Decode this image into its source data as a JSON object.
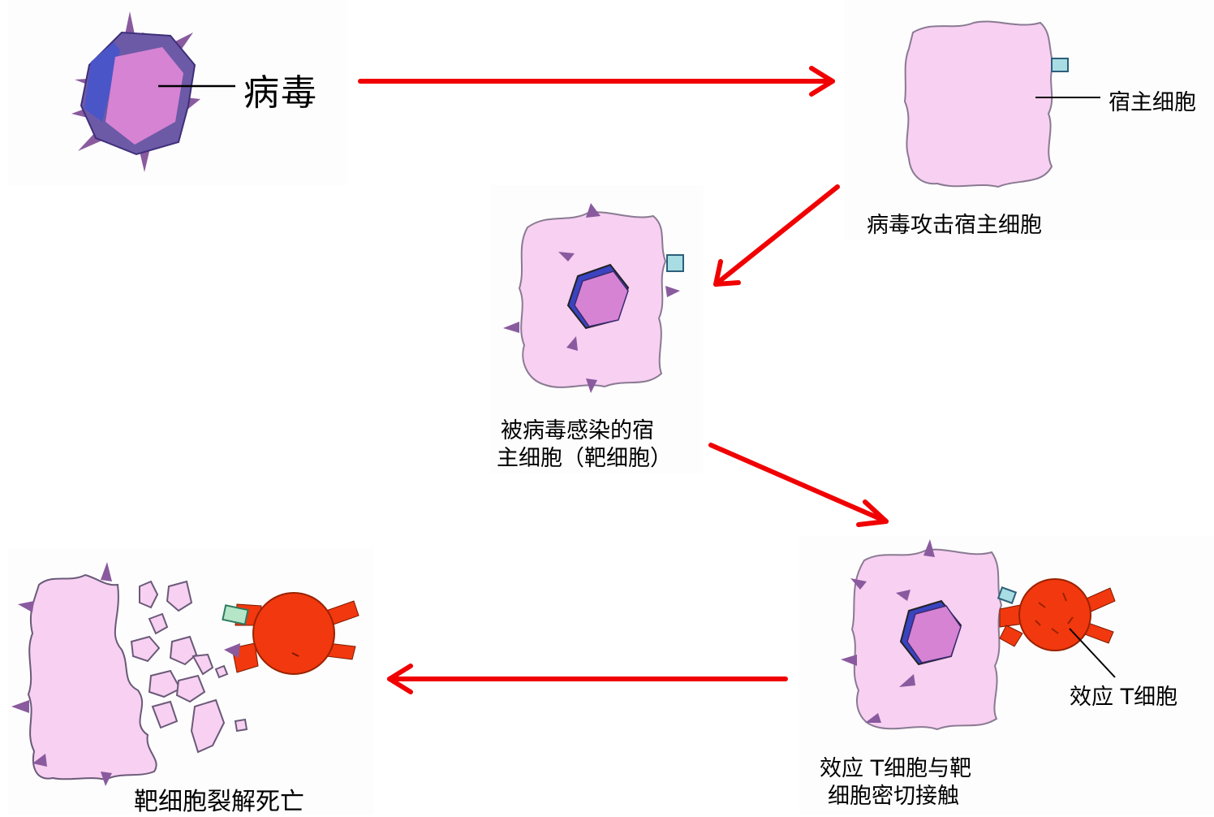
{
  "labels": {
    "virus": "病毒",
    "host_cell": "宿主细胞",
    "attack": "病毒攻击宿主细胞",
    "infected_line1": "被病毒感染的宿",
    "infected_line2": "主细胞（靶细胞）",
    "effector_t": "效应 T细胞",
    "contact_line1": "效应 T细胞与靶",
    "contact_line2": "细胞密切接触",
    "lysis": "靶细胞裂解死亡"
  },
  "colors": {
    "arrow": "#f00000",
    "cell_fill": "#f7d0f2",
    "cell_edge": "#7a6a86",
    "virus_fill": "#d683d3",
    "virus_side": "#4a55c8",
    "spike": "#8a5a9e",
    "t_cell": "#f2380e",
    "receptor": "#a9dde4"
  },
  "icons": {
    "arrow": "arrow-right-icon"
  }
}
